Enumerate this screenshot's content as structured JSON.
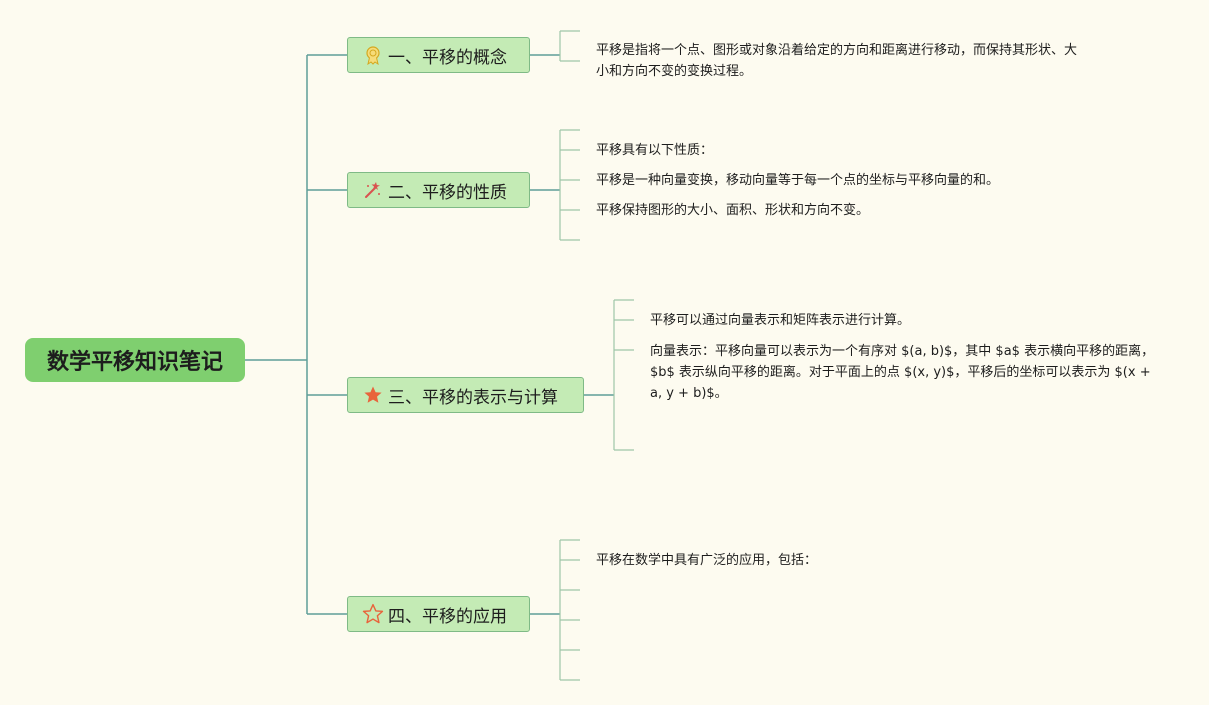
{
  "root": {
    "title": "数学平移知识笔记"
  },
  "branches": [
    {
      "title": "一、平移的概念",
      "icon": "medal-icon",
      "items": [
        "平移是指将一个点、图形或对象沿着给定的方向和距离进行移动，而保持其形状、大小和方向不变的变换过程。"
      ]
    },
    {
      "title": "二、平移的性质",
      "icon": "magic-wand-icon",
      "items": [
        "平移具有以下性质：",
        "平移是一种向量变换，移动向量等于每一个点的坐标与平移向量的和。",
        "平移保持图形的大小、面积、形状和方向不变。"
      ]
    },
    {
      "title": "三、平移的表示与计算",
      "icon": "star-filled-icon",
      "items": [
        "平移可以通过向量表示和矩阵表示进行计算。",
        "向量表示：平移向量可以表示为一个有序对 $(a, b)$，其中 $a$ 表示横向平移的距离，$b$ 表示纵向平移的距离。对于平面上的点 $(x, y)$，平移后的坐标可以表示为 $(x + a, y + b)$。"
      ]
    },
    {
      "title": "四、平移的应用",
      "icon": "star-outline-icon",
      "items": [
        "平移在数学中具有广泛的应用，包括："
      ]
    }
  ],
  "colors": {
    "background": "#fdfbf0",
    "root_fill": "#7fcf6f",
    "branch_fill": "#c4ebb5",
    "branch_border": "#7fba86",
    "main_connector": "#5f9e98",
    "leaf_connector": "#9fc6a8"
  }
}
